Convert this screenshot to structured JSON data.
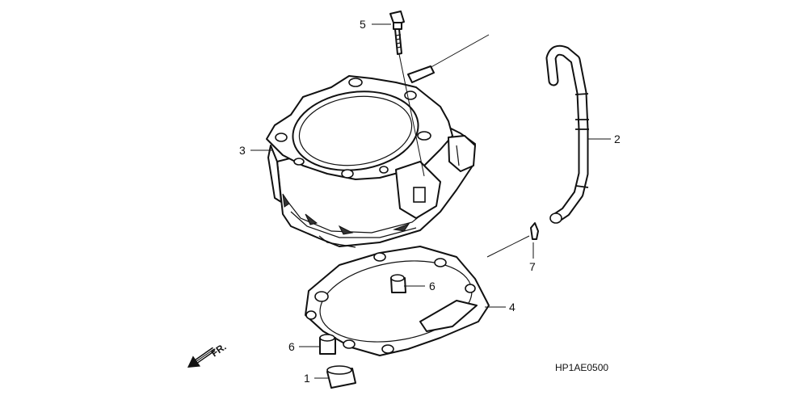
{
  "callouts": {
    "c1": "1",
    "c2": "2",
    "c3": "3",
    "c4": "4",
    "c5": "5",
    "c6a": "6",
    "c6b": "6",
    "c7": "7"
  },
  "front_marker": "FR.",
  "diagram_code": "HP1AE0500"
}
